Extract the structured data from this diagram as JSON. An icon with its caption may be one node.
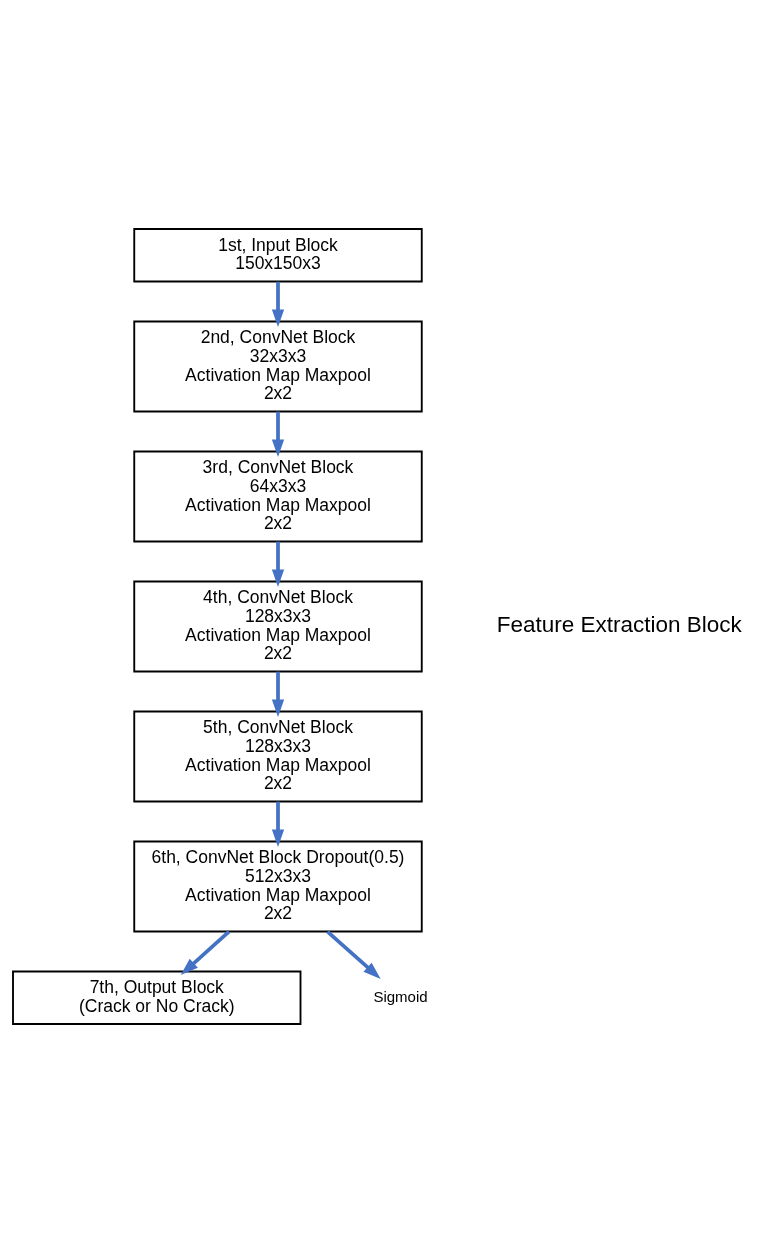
{
  "diagram": {
    "nodes": [
      {
        "text": [
          "1st, Input Block",
          "150x150x3"
        ]
      },
      {
        "text": [
          "2nd, ConvNet Block",
          "32x3x3",
          "Activation Map Maxpool",
          "2x2"
        ]
      },
      {
        "text": [
          "3rd, ConvNet Block",
          "64x3x3",
          "Activation Map Maxpool",
          "2x2"
        ]
      },
      {
        "text": [
          "4th, ConvNet Block",
          "128x3x3",
          "Activation Map Maxpool",
          "2x2"
        ]
      },
      {
        "text": [
          "5th, ConvNet Block",
          "128x3x3",
          "Activation Map Maxpool",
          "2x2"
        ]
      },
      {
        "text": [
          "6th, ConvNet Block Dropout(0.5)",
          "512x3x3",
          "Activation Map Maxpool",
          "2x2"
        ]
      },
      {
        "text": [
          "7th, Output Block",
          "(Crack or No Crack)"
        ]
      },
      {
        "text": [
          "Sigmoid"
        ]
      }
    ],
    "edges": [
      {
        "from": 0,
        "to": 1,
        "arrow": "to"
      },
      {
        "from": 1,
        "to": 2,
        "arrow": "to"
      },
      {
        "from": 2,
        "to": 3,
        "arrow": "to"
      },
      {
        "from": 3,
        "to": 4,
        "arrow": "to"
      },
      {
        "from": 4,
        "to": 5,
        "arrow": "to"
      },
      {
        "from": 5,
        "to": 6,
        "arrow": "to"
      },
      {
        "from": 5,
        "to": 7,
        "arrow": "to"
      }
    ],
    "labels": [
      "Feature Extraction Block"
    ]
  }
}
